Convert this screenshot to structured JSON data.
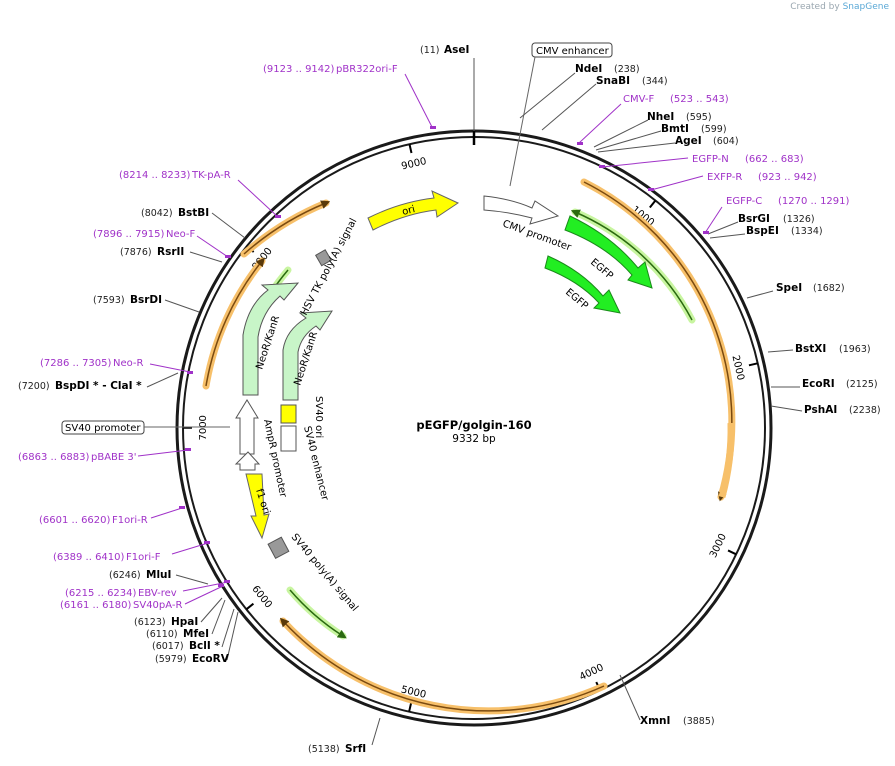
{
  "branding": {
    "created_by": "Created by",
    "product": "SnapGene"
  },
  "plasmid": {
    "name": "pEGFP/golgin-160",
    "length_label": "9332 bp",
    "length": 9332
  },
  "ruler_ticks": [
    1000,
    2000,
    3000,
    4000,
    5000,
    6000,
    7000,
    8000,
    9000
  ],
  "enzymes": [
    {
      "name": "AseI",
      "pos": "(11)",
      "bp": 11,
      "side": "left"
    },
    {
      "name": "NdeI",
      "pos": "(238)",
      "bp": 238,
      "side": "right"
    },
    {
      "name": "SnaBI",
      "pos": "(344)",
      "bp": 344,
      "side": "right"
    },
    {
      "name": "NheI",
      "pos": "(595)",
      "bp": 595,
      "side": "right"
    },
    {
      "name": "BmtI",
      "pos": "(599)",
      "bp": 599,
      "side": "right"
    },
    {
      "name": "AgeI",
      "pos": "(604)",
      "bp": 604,
      "side": "right"
    },
    {
      "name": "BsrGI",
      "pos": "(1326)",
      "bp": 1326,
      "side": "right"
    },
    {
      "name": "BspEI",
      "pos": "(1334)",
      "bp": 1334,
      "side": "right"
    },
    {
      "name": "SpeI",
      "pos": "(1682)",
      "bp": 1682,
      "side": "right"
    },
    {
      "name": "BstXI",
      "pos": "(1963)",
      "bp": 1963,
      "side": "right"
    },
    {
      "name": "EcoRI",
      "pos": "(2125)",
      "bp": 2125,
      "side": "right"
    },
    {
      "name": "PshAI",
      "pos": "(2238)",
      "bp": 2238,
      "side": "right"
    },
    {
      "name": "XmnI",
      "pos": "(3885)",
      "bp": 3885,
      "side": "right"
    },
    {
      "name": "SrfI",
      "pos": "(5138)",
      "bp": 5138,
      "side": "left"
    },
    {
      "name": "EcoRV",
      "pos": "(5979)",
      "bp": 5979,
      "side": "left"
    },
    {
      "name": "BclI *",
      "pos": "(6017)",
      "bp": 6017,
      "side": "left"
    },
    {
      "name": "MfeI",
      "pos": "(6110)",
      "bp": 6110,
      "side": "left"
    },
    {
      "name": "HpaI",
      "pos": "(6123)",
      "bp": 6123,
      "side": "left"
    },
    {
      "name": "MluI",
      "pos": "(6246)",
      "bp": 6246,
      "side": "left"
    },
    {
      "name": "BspDI * - ClaI *",
      "pos": "(7200)",
      "bp": 7200,
      "side": "left"
    },
    {
      "name": "BsrDI",
      "pos": "(7593)",
      "bp": 7593,
      "side": "left"
    },
    {
      "name": "RsrII",
      "pos": "(7876)",
      "bp": 7876,
      "side": "left"
    },
    {
      "name": "BstBI",
      "pos": "(8042)",
      "bp": 8042,
      "side": "left"
    }
  ],
  "primers": [
    {
      "name": "pBR322ori-F",
      "range": "(9123 .. 9142)",
      "side": "left"
    },
    {
      "name": "CMV-F",
      "range": "(523 .. 543)",
      "side": "right"
    },
    {
      "name": "EGFP-N",
      "range": "(662 .. 683)",
      "side": "right"
    },
    {
      "name": "EXFP-R",
      "range": "(923 .. 942)",
      "side": "right"
    },
    {
      "name": "EGFP-C",
      "range": "(1270 .. 1291)",
      "side": "right"
    },
    {
      "name": "TK-pA-R",
      "range": "(8214 .. 8233)",
      "side": "left"
    },
    {
      "name": "Neo-F",
      "range": "(7896 .. 7915)",
      "side": "left"
    },
    {
      "name": "Neo-R",
      "range": "(7286 .. 7305)",
      "side": "left"
    },
    {
      "name": "pBABE 3'",
      "range": "(6863 .. 6883)",
      "side": "left"
    },
    {
      "name": "F1ori-R",
      "range": "(6601 .. 6620)",
      "side": "left"
    },
    {
      "name": "F1ori-F",
      "range": "(6389 .. 6410)",
      "side": "left"
    },
    {
      "name": "EBV-rev",
      "range": "(6215 .. 6234)",
      "side": "left"
    },
    {
      "name": "SV40pA-R",
      "range": "(6161 .. 6180)",
      "side": "left"
    }
  ],
  "boxed_features": [
    {
      "name": "CMV enhancer"
    },
    {
      "name": "SV40 promoter"
    }
  ],
  "feature_labels": {
    "ori": "ori",
    "cmv_promoter": "CMV promoter",
    "egfp": "EGFP",
    "hsv_tk": "HSV TK poly(A) signal",
    "neokan": "NeoR/KanR",
    "sv40_ori": "SV40 ori",
    "sv40_enh": "SV40 enhancer",
    "ampr_promoter": "AmpR promoter",
    "f1_ori": "f1 ori",
    "sv40_polya": "SV40 poly(A) signal"
  },
  "colors": {
    "backbone": "#1a1a1a",
    "orf_glow": "#f7c06a",
    "orf_line": "#7a4a10",
    "egfp_fill": "#22ee22",
    "neo_fill": "#c8f5c8",
    "ori_fill": "#ffff00",
    "promoter_fill": "#ffffff",
    "polya_fill": "#999999",
    "primer": "#a032c8"
  }
}
